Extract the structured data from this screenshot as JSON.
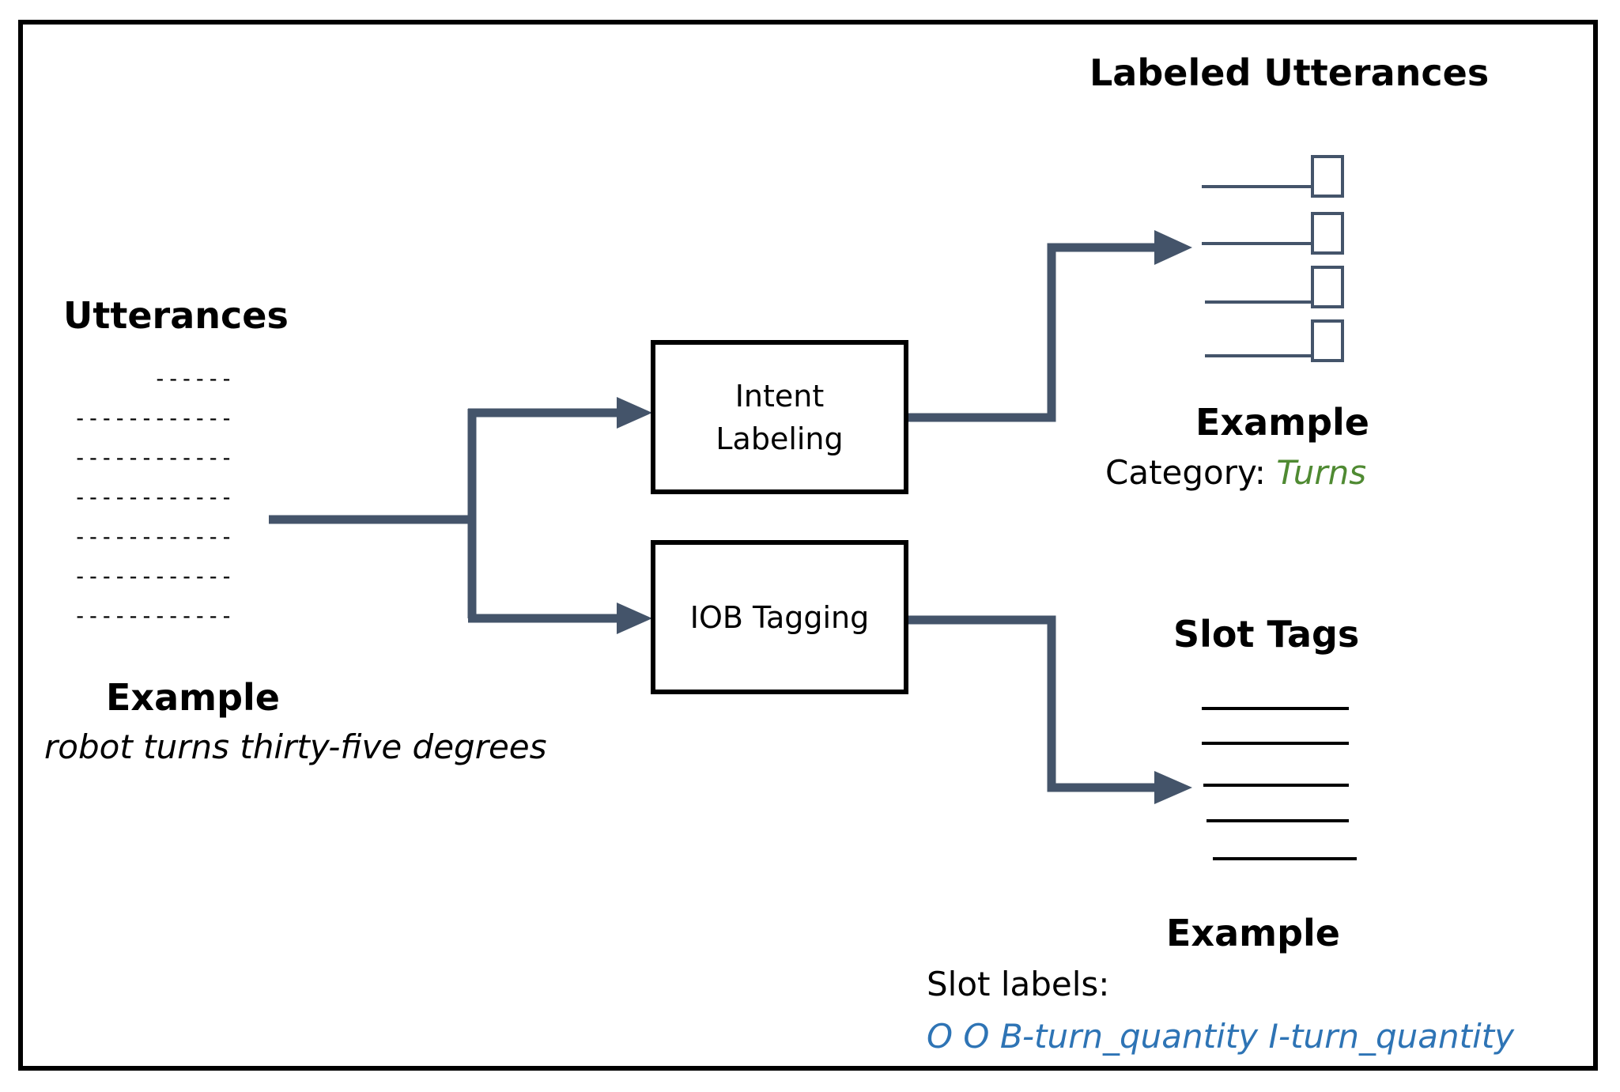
{
  "utterances": {
    "heading": "Utterances",
    "lines": [
      "------",
      "------------",
      "------------",
      "------------",
      "------------",
      "------------",
      "------------"
    ],
    "example_label": "Example",
    "example_text": "robot turns thirty-five degrees"
  },
  "boxes": {
    "intent_line1": "Intent",
    "intent_line2": "Labeling",
    "iob": "IOB Tagging"
  },
  "labeled": {
    "heading": "Labeled Utterances",
    "example_label": "Example",
    "category_prefix": "Category:",
    "category_value": "Turns"
  },
  "slots": {
    "heading": "Slot Tags",
    "example_label": "Example",
    "slot_prefix": "Slot labels:",
    "slot_value": "O O B-turn_quantity I-turn_quantity"
  },
  "colors": {
    "arrow": "#44546a",
    "category": "#4f8a32",
    "slot": "#2e74b5"
  }
}
